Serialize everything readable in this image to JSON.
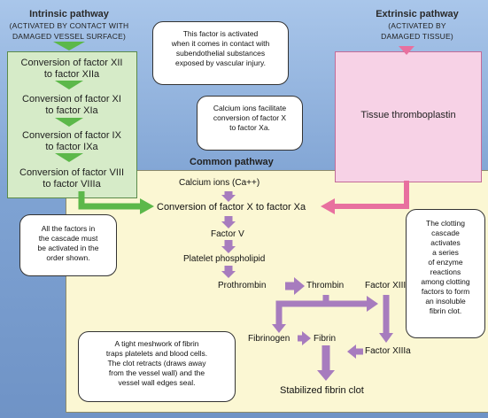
{
  "intrinsic": {
    "title": "Intrinsic pathway",
    "subtitle_1": "(ACTIVATED BY CONTACT WITH",
    "subtitle_2": "DAMAGED VESSEL SURFACE)",
    "steps": [
      {
        "line1": "Conversion of factor XII",
        "line2": "to factor XIIa"
      },
      {
        "line1": "Conversion of factor XI",
        "line2": "to factor XIa"
      },
      {
        "line1": "Conversion of factor IX",
        "line2": "to factor IXa"
      },
      {
        "line1": "Conversion of factor VIII",
        "line2": "to factor VIIIa"
      }
    ]
  },
  "extrinsic": {
    "title": "Extrinsic pathway",
    "subtitle_1": "(ACTIVATED BY",
    "subtitle_2": "DAMAGED TISSUE)",
    "box_label": "Tissue thromboplastin"
  },
  "common": {
    "title": "Common pathway",
    "calcium": "Calcium ions (Ca++)",
    "conversion": "Conversion of factor X to factor Xa",
    "factor_v": "Factor V",
    "platelet": "Platelet phospholipid",
    "prothrombin": "Prothrombin",
    "thrombin": "Thrombin",
    "factor_xiii": "Factor XIII",
    "fibrinogen": "Fibrinogen",
    "fibrin": "Fibrin",
    "factor_xiiia": "Factor XIIIa",
    "clot": "Stabilized fibrin clot"
  },
  "callouts": {
    "contact": [
      "This factor is activated",
      "when it comes in contact with",
      "subendothelial substances",
      "exposed by vascular injury."
    ],
    "calcium": [
      "Calcium ions facilitate",
      "conversion of factor X",
      "to factor Xa."
    ],
    "order": [
      "All the factors in",
      "the cascade must",
      "be activated in the",
      "order shown."
    ],
    "cascade": [
      "The clotting",
      "cascade",
      "activates",
      "a series",
      "of enzyme",
      "reactions",
      "among clotting",
      "factors to form",
      "an insoluble",
      "fibrin clot."
    ],
    "meshwork": [
      "A tight meshwork of fibrin",
      "traps platelets and blood cells.",
      "The clot retracts (draws away",
      "from the vessel wall) and the",
      "vessel wall edges seal."
    ]
  },
  "colors": {
    "green_arrow": "#5cb84a",
    "pink_arrow": "#e8709f",
    "purple_arrow": "#a77cbe",
    "green_box": "#d6ebc8",
    "pink_box": "#f7d2e6",
    "cream_box": "#fbf7d3"
  }
}
